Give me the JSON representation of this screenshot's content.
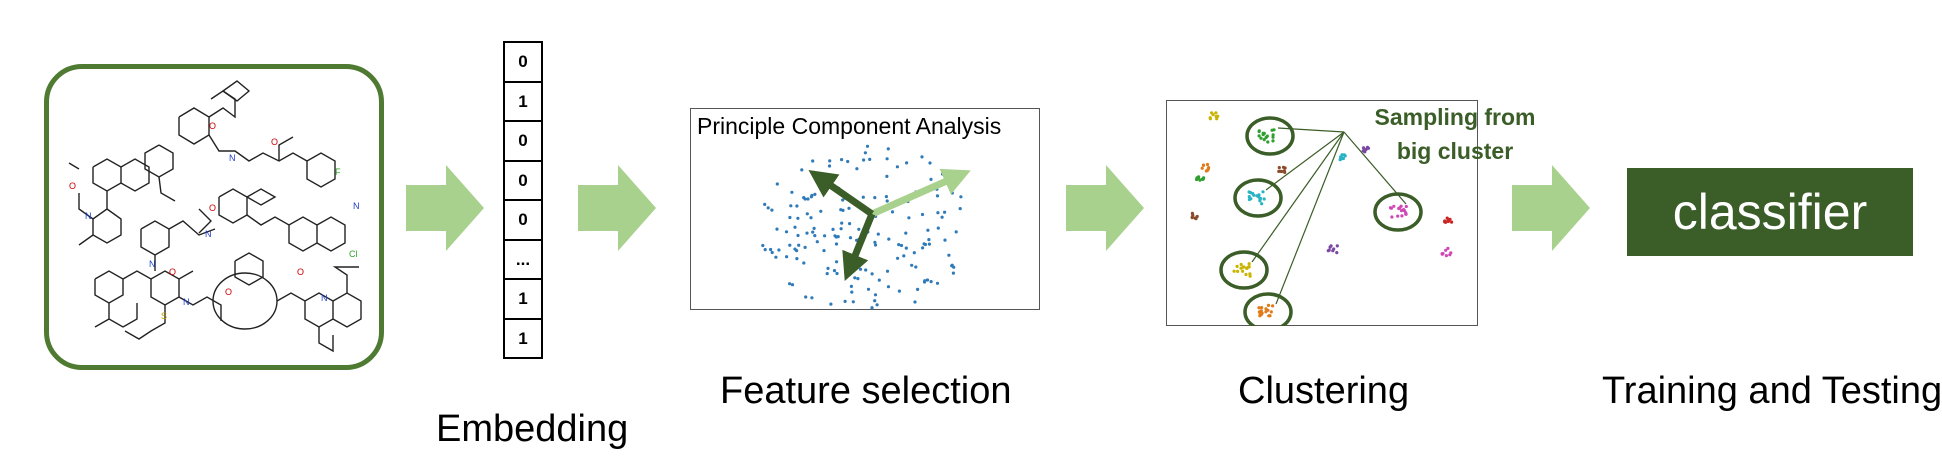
{
  "embedding": {
    "cells": [
      "0",
      "1",
      "0",
      "0",
      "0",
      "...",
      "1",
      "1"
    ],
    "label": "Embedding"
  },
  "pca": {
    "title": "Principle Component Analysis",
    "label": "Feature selection"
  },
  "clustering": {
    "annotation_line1": "Sampling from",
    "annotation_line2": "big cluster",
    "label": "Clustering"
  },
  "classifier": {
    "button_text": "classifier",
    "label": "Training and Testing"
  },
  "colors": {
    "dark_green": "#3b5d27",
    "arrow_green": "#a9d18e",
    "light_arrow": "#a9d18e",
    "point_blue": "#2f7ab8"
  }
}
